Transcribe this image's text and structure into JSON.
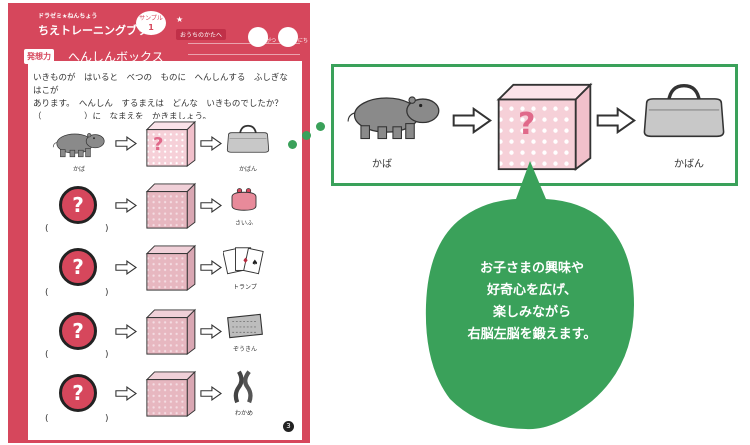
{
  "header": {
    "series_line": "ドラゼミ★ねんちょう",
    "brand": "ちえトレーニングブック",
    "sample_label": "サンプル",
    "sample_number": "1",
    "ribbon": "おうちのかたへ",
    "date_month": "がつ",
    "date_day": "にち"
  },
  "section": {
    "tab": "発想力",
    "title": "へんしんボックス"
  },
  "question": {
    "line1": "いきものが　はいると　べつの　ものに　へんしんする　ふしぎな　はこが",
    "line2": "あります。　へんしん　するまえは　どんな　いきものでしたか？",
    "line3": "（　　　　　）に　なまえを　かきましょう。"
  },
  "example": {
    "before_label": "かば",
    "after_label": "かばん",
    "question_mark": "?"
  },
  "rows": [
    {
      "after_label": "さいふ",
      "question_mark": "?",
      "paren_open": "(",
      "paren_close": ")"
    },
    {
      "after_label": "トランプ",
      "question_mark": "?",
      "paren_open": "(",
      "paren_close": ")"
    },
    {
      "after_label": "ぞうきん",
      "question_mark": "?",
      "paren_open": "(",
      "paren_close": ")"
    },
    {
      "after_label": "わかめ",
      "question_mark": "?",
      "paren_open": "(",
      "paren_close": ")"
    }
  ],
  "page_number": "3",
  "callout": {
    "before_label": "かば",
    "after_label": "かばん",
    "question_mark": "?"
  },
  "bubble": {
    "line1": "お子さまの興味や",
    "line2": "好奇心を広げ、",
    "line3": "楽しみながら",
    "line4": "右脳左脳を鍛えます。"
  },
  "colors": {
    "page_red": "#d6475c",
    "accent_green": "#3aa15a",
    "box_pink": "#f4c6d0"
  }
}
